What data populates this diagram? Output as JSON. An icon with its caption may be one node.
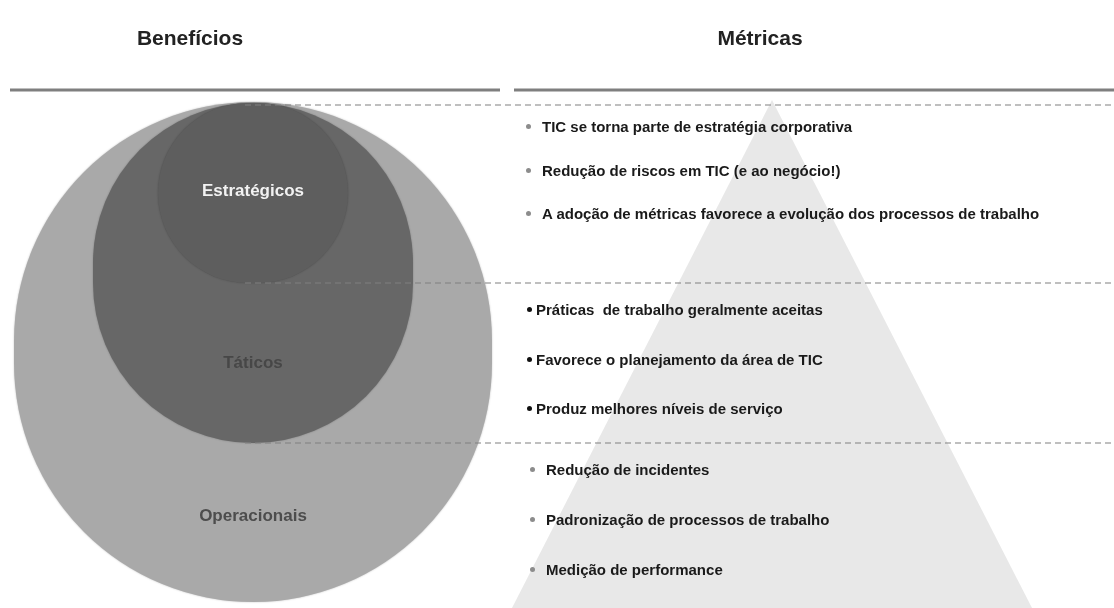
{
  "diagram": {
    "nodes": [
      {
        "text": [
          "Operacionais"
        ]
      },
      {
        "text": [
          "Táticos"
        ],
        "in": 0
      },
      {
        "text": [
          "Estratégicos"
        ],
        "in": 1
      }
    ],
    "labels": [
      "Benefícios",
      "Métricas",
      "TIC se torna parte de estratégia corporativa",
      "Redução de riscos em TIC (e ao negócio!)",
      "A adoção de métricas favorece a evolução dos processos de trabalho",
      "Práticas  de trabalho geralmente aceitas",
      "Favorece o planejamento da área de TIC",
      "Produz melhores níveis de serviço",
      "Redução de incidentes",
      "Padronização de processos de trabalho",
      "Medição de performance"
    ]
  }
}
